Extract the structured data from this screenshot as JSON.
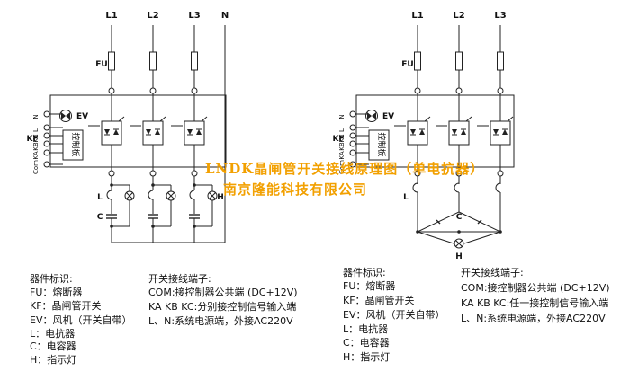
{
  "phase_labels": [
    "L1",
    "L2",
    "L3"
  ],
  "neutral_label": "N",
  "labels": {
    "fuse": "FU",
    "fan": "EV",
    "controller_block": "KF",
    "controller": "控制板",
    "terminals": [
      "Com",
      "KA",
      "KB",
      "KC",
      "L",
      "N"
    ],
    "inductor": "L",
    "capacitor": "C",
    "lamp": "H"
  },
  "watermark": {
    "line1": "LNDK晶闸管开关接线原理图（单电抗器）",
    "line2": "南京隆能科技有限公司"
  },
  "left_legend": {
    "parts_title": "器件标识:",
    "parts": [
      "FU：熔断器",
      "KF：晶闸管开关",
      "EV：风机（开关自带）",
      "L：电抗器",
      "C：电容器",
      "H：指示灯"
    ],
    "terminals_title": "开关接线端子:",
    "terminals": [
      "COM:接控制器公共端 (DC+12V)",
      "KA KB KC:分别接控制信号输入端",
      "L、N:系统电源端，外接AC220V"
    ]
  },
  "right_legend": {
    "parts_title": "器件标识:",
    "parts": [
      "FU：熔断器",
      "KF：晶闸管开关",
      "EV：风机（开关自带）",
      "L：电抗器",
      "C：电容器",
      "H：指示灯"
    ],
    "terminals_title": "开关接线端子:",
    "terminals": [
      "COM:接控制器公共端 (DC+12V)",
      "KA KB KC:任一接控制信号输入端",
      "L、N:系统电源端，外接AC220V"
    ]
  }
}
